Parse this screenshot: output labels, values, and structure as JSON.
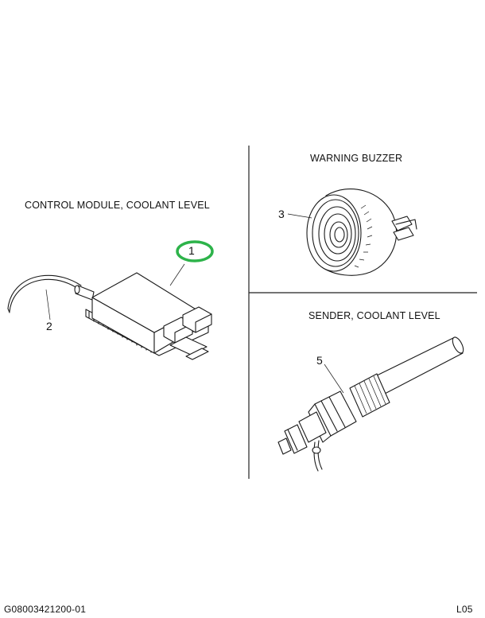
{
  "labels": {
    "control_module": "CONTROL MODULE, COOLANT LEVEL",
    "warning_buzzer": "WARNING BUZZER",
    "sender": "SENDER, COOLANT LEVEL"
  },
  "callouts": {
    "c1": "1",
    "c2": "2",
    "c3": "3",
    "c5": "5"
  },
  "highlight": {
    "callout": "1",
    "color": "#2db34a"
  },
  "footer": {
    "drawing_id": "G08003421200-01",
    "sheet": "L05"
  }
}
